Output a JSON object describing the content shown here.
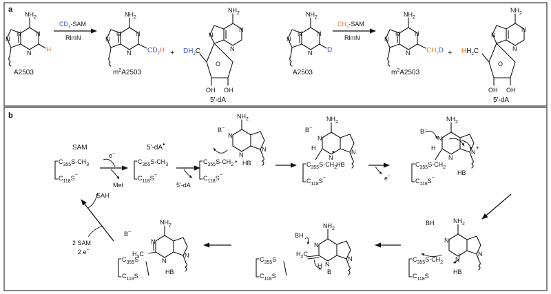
{
  "panel_a": {
    "label": "a",
    "nh2": "NH2",
    "n": "N",
    "h": "H",
    "d": "D",
    "reaction1": {
      "reagent_prefix": "CD",
      "reagent_sub": "3",
      "reagent_suffix": "-SAM",
      "enzyme": "RlmN",
      "substrate_label": "A2503",
      "product_label": "m2A2503",
      "product_group_prefix": "CD",
      "product_group_sub": "2",
      "product_group_h": "H",
      "plus": "+",
      "byproduct_group_prefix": "DH",
      "byproduct_group_sub": "2",
      "byproduct_group_c": "C",
      "byproduct_label": "5'-dA",
      "oh_left": "OH",
      "oh_right": "OH"
    },
    "reaction2": {
      "reagent_prefix": "CH",
      "reagent_sub": "3",
      "reagent_suffix": "-SAM",
      "enzyme": "RlmN",
      "substrate_label": "A2503",
      "product_label": "m2A2503",
      "product_group_prefix": "CH",
      "product_group_sub": "2",
      "product_group_d": "D",
      "plus": "+",
      "byproduct_group_prefix": "H",
      "byproduct_group_h": "H",
      "byproduct_group_sub": "2",
      "byproduct_group_c": "C",
      "byproduct_label": "5'-dA",
      "oh_left": "OH",
      "oh_right": "OH"
    }
  },
  "panel_b": {
    "label": "b",
    "sam": "SAM",
    "c355": "C",
    "c355_sub": "355",
    "c118": "C",
    "c118_sub": "118",
    "sch3": "S-CH",
    "sch3_sub": "3",
    "s_minus": "S",
    "minus": "−",
    "electron": "e",
    "met": "Met",
    "dA_radical": "5'-dA",
    "radical_dot": "•",
    "dA": "5'-dA",
    "sch2": "S-CH",
    "sch2_sub": "2",
    "b_minus": "B",
    "hb": "HB",
    "bh": "BH",
    "h": "H",
    "n_plus": "N",
    "plus_sign": "+",
    "nh2": "NH2",
    "n": "N",
    "sah": "SAH",
    "two_sam": "2 SAM",
    "two_e": "2 e",
    "h3c": "H3C",
    "s": "S"
  },
  "colors": {
    "orange": "#e8752f",
    "blue": "#3a4fc4",
    "ink": "#111111",
    "frame": "#333333"
  }
}
